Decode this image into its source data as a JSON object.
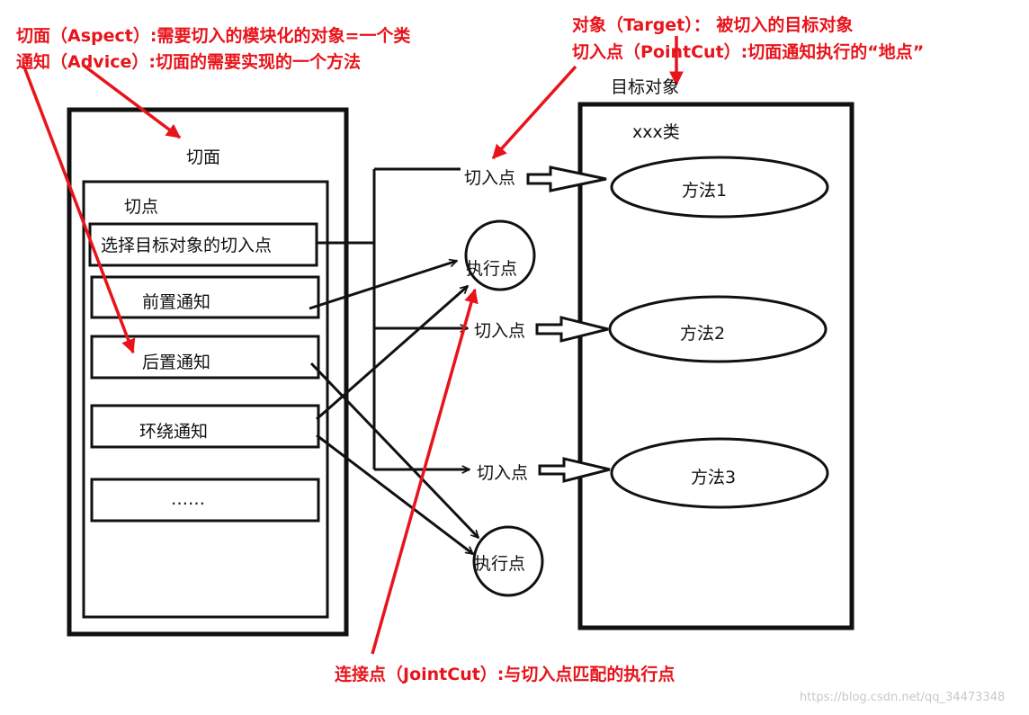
{
  "annotations": {
    "aspect": "切面（Aspect）:需要切入的模块化的对象=一个类",
    "advice": "通知（Advice）:切面的需要实现的一个方法",
    "target": "对象（Target）： 被切入的目标对象",
    "pointcut": "切入点（PointCut）:切面通知执行的“地点”",
    "jointcut": "连接点（JointCut）:与切入点匹配的执行点"
  },
  "aspect_box": {
    "title": "切面",
    "pointcut_title": "切点",
    "items": [
      "选择目标对象的切入点",
      "前置通知",
      "后置通知",
      "环绕通知",
      "……"
    ]
  },
  "middle": {
    "entry_label": "切入点",
    "exec_label": "执行点"
  },
  "target_box": {
    "caption": "目标对象",
    "class_label": "xxx类",
    "methods": [
      "方法1",
      "方法2",
      "方法3"
    ]
  },
  "watermark": "https://blog.csdn.net/qq_34473348",
  "colors": {
    "annotation": "#e8141b",
    "line": "#111111"
  }
}
